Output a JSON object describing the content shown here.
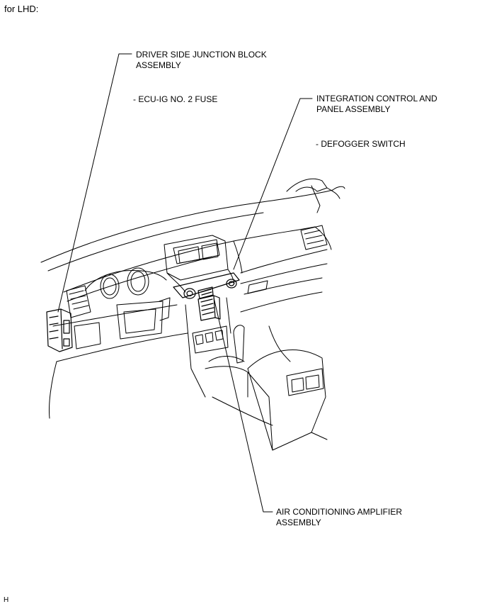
{
  "header": {
    "title": "for LHD:"
  },
  "labels": {
    "junction_block": "DRIVER SIDE JUNCTION BLOCK\nASSEMBLY",
    "junction_block_sub": "- ECU-IG NO. 2 FUSE",
    "integration_panel": "INTEGRATION CONTROL AND\nPANEL ASSEMBLY",
    "integration_panel_sub": "- DEFOGGER SWITCH",
    "ac_amplifier": "AIR CONDITIONING AMPLIFIER\nASSEMBLY"
  },
  "footer": {
    "code": "H"
  }
}
